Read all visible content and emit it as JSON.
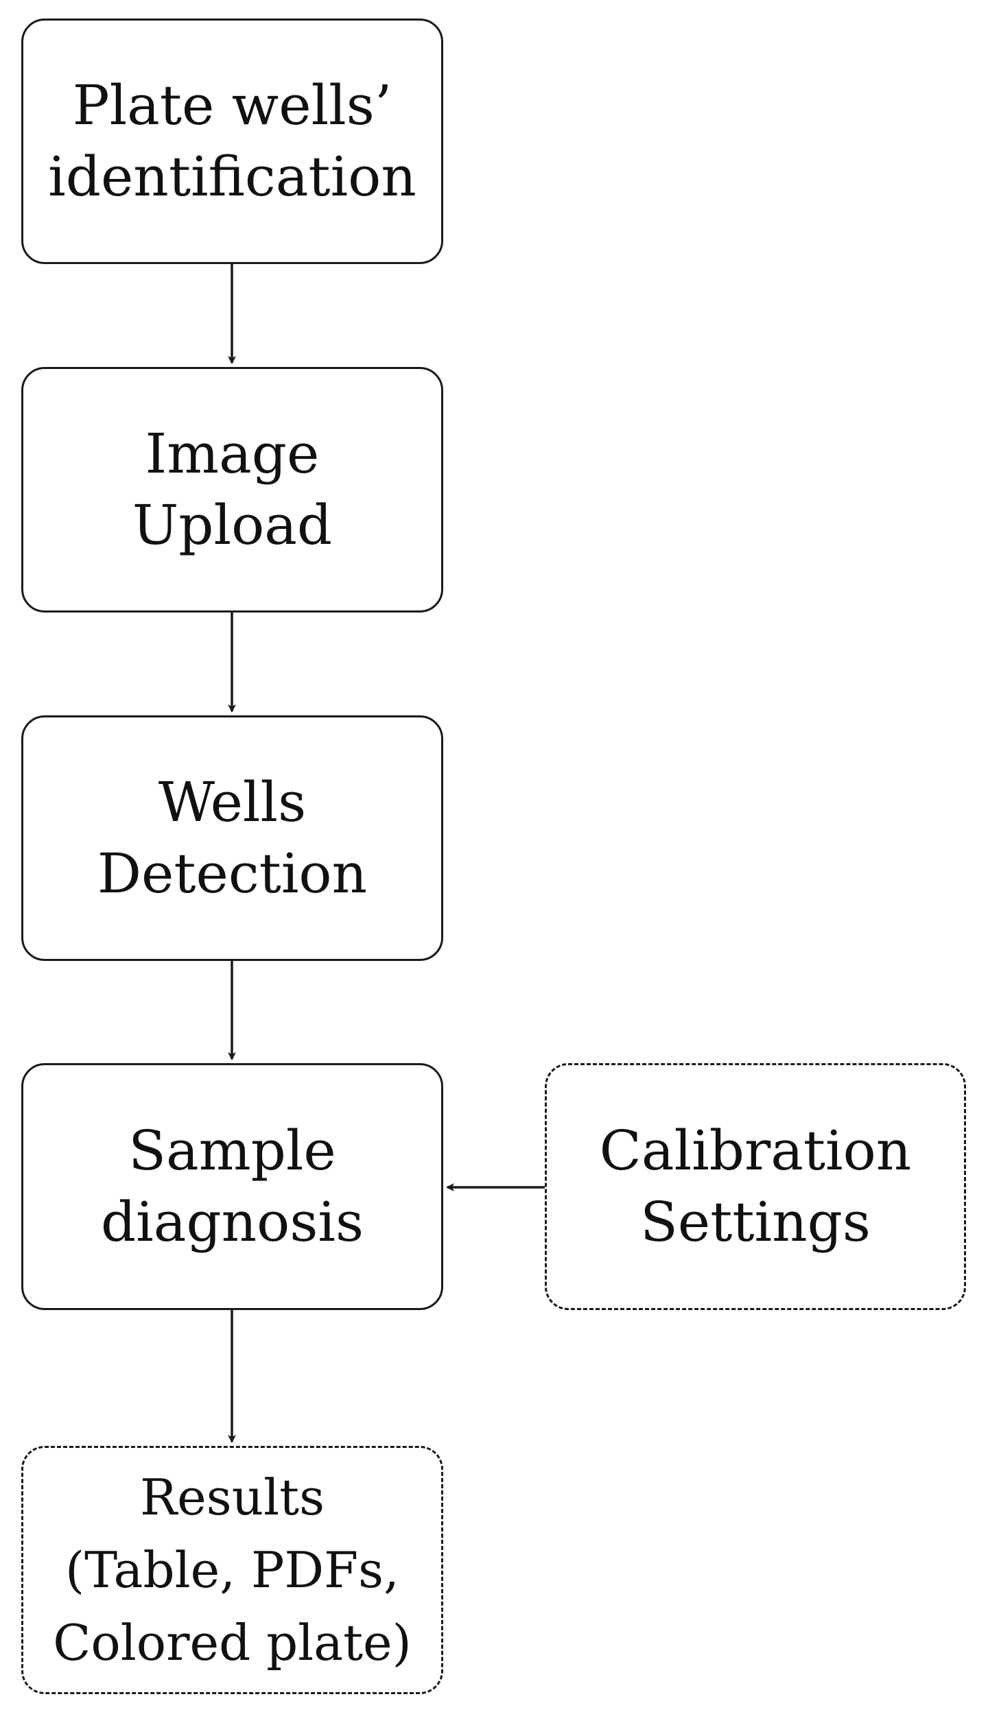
{
  "nodes": [
    {
      "id": "plate-wells-identification",
      "lines": [
        "Plate wells’",
        "identification"
      ],
      "style": "solid"
    },
    {
      "id": "image-upload",
      "lines": [
        "Image",
        "Upload"
      ],
      "style": "solid"
    },
    {
      "id": "wells-detection",
      "lines": [
        "Wells",
        "Detection"
      ],
      "style": "solid"
    },
    {
      "id": "sample-diagnosis",
      "lines": [
        "Sample",
        "diagnosis"
      ],
      "style": "solid"
    },
    {
      "id": "calibration-settings",
      "lines": [
        "Calibration",
        "Settings"
      ],
      "style": "dashed"
    },
    {
      "id": "results",
      "lines": [
        "Results",
        "(Table, PDFs,",
        "Colored plate)"
      ],
      "style": "dashed"
    }
  ],
  "edges": [
    {
      "from": "plate-wells-identification",
      "to": "image-upload"
    },
    {
      "from": "image-upload",
      "to": "wells-detection"
    },
    {
      "from": "wells-detection",
      "to": "sample-diagnosis"
    },
    {
      "from": "calibration-settings",
      "to": "sample-diagnosis"
    },
    {
      "from": "sample-diagnosis",
      "to": "results"
    }
  ],
  "colors": {
    "stroke": "#1a1a1a",
    "background": "#ffffff"
  }
}
